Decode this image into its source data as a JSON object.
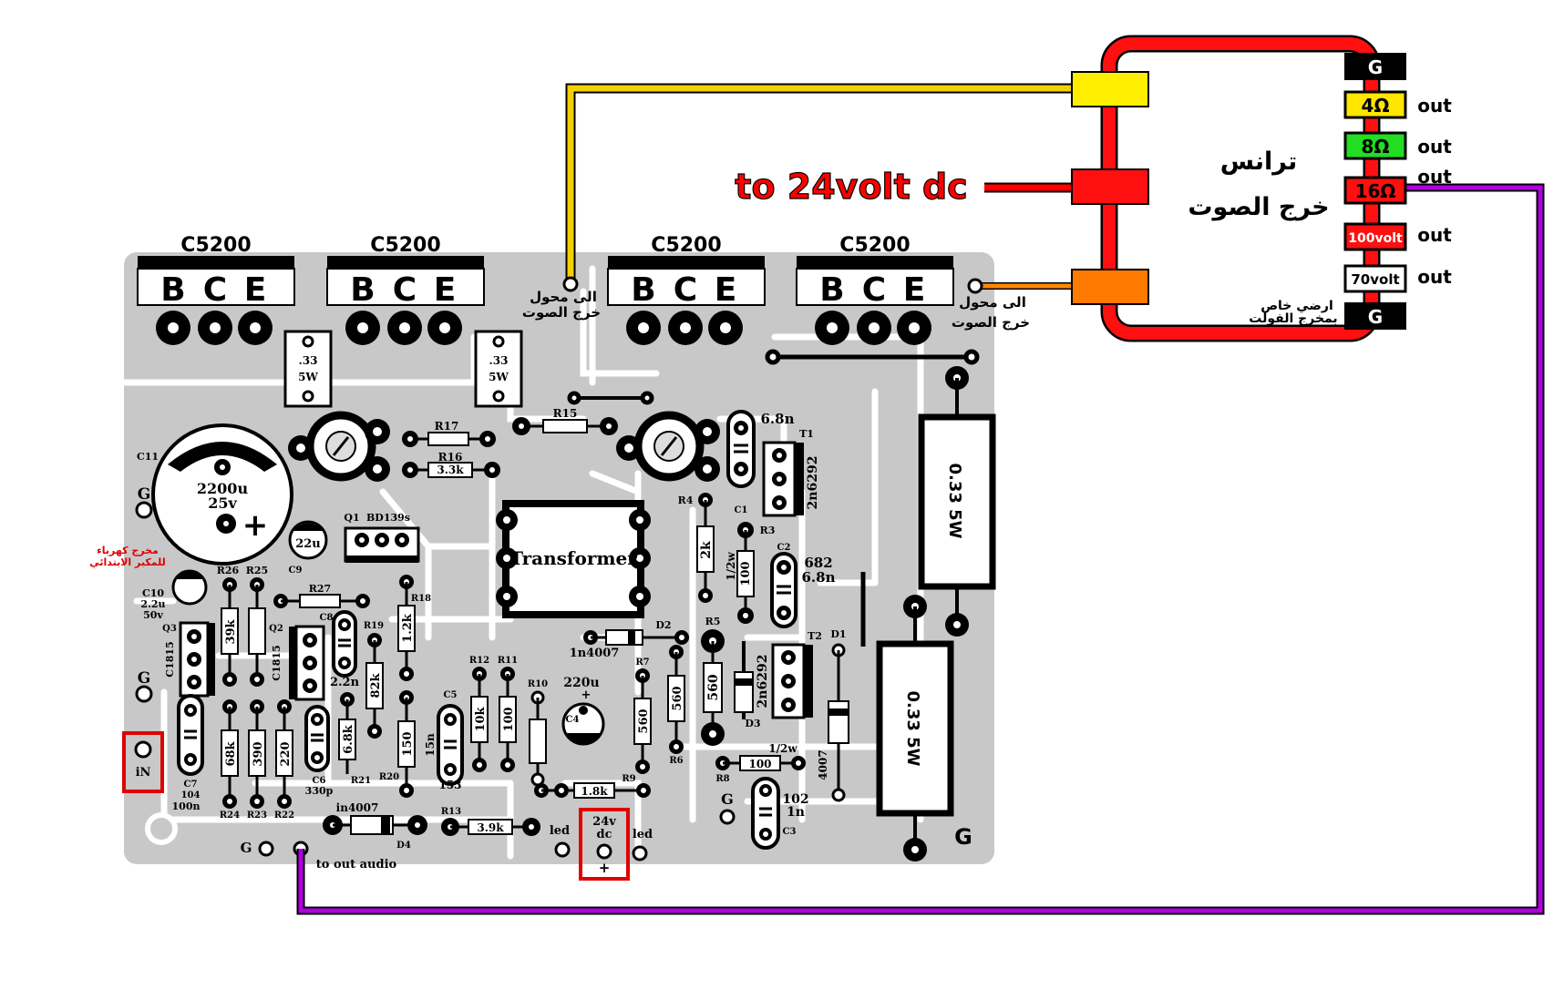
{
  "colors": {
    "pcb": "#c8c8c8",
    "trace": "#ffffff",
    "pad": "#000000",
    "yellow_wire": "#f5d000",
    "red_wire": "#ff0000",
    "orange_wire": "#ff8800",
    "purple_wire": "#b000e0",
    "transformer_frame": "#ff1010"
  },
  "transistors": [
    {
      "model": "C5200",
      "pins": [
        "B",
        "C",
        "E"
      ]
    },
    {
      "model": "C5200",
      "pins": [
        "B",
        "C",
        "E"
      ]
    },
    {
      "model": "C5200",
      "pins": [
        "B",
        "C",
        "E"
      ]
    },
    {
      "model": "C5200",
      "pins": [
        "B",
        "C",
        "E"
      ]
    }
  ],
  "resistors_5w": [
    {
      "line1": ".33",
      "line2": "5W"
    },
    {
      "line1": ".33",
      "line2": "5W"
    }
  ],
  "big_resistors": [
    "0.33 5W",
    "0.33 5W"
  ],
  "transformer_label": "Transformer",
  "to_24v_label": "to 24volt dc",
  "arabic": {
    "trans_line1": "ترانس",
    "trans_line2": "خرج الصوت",
    "to_trans_1a": "الى محول",
    "to_trans_1b": "خرج الصوت",
    "to_trans_2a": "الى محول",
    "to_trans_2b": "خرج الصوت",
    "ground_note_a": "ارضي خاص",
    "ground_note_b": "بمخرج الفولت",
    "power_note_a": "مخرج كهرباء",
    "power_note_b": "للمكبر الابتدائي"
  },
  "taps": [
    {
      "label": "G",
      "fill": "#000000",
      "text": "#ffffff",
      "out": ""
    },
    {
      "label": "4Ω",
      "fill": "#ffe600",
      "text": "#000000",
      "out": "out"
    },
    {
      "label": "8Ω",
      "fill": "#22dd22",
      "text": "#000000",
      "out": "out"
    },
    {
      "label": "16Ω",
      "fill": "#ff1010",
      "text": "#000000",
      "out": "out"
    },
    {
      "label": "100volt",
      "fill": "#ff1010",
      "text": "#ffffff",
      "out": "out"
    },
    {
      "label": "70volt",
      "fill": "#ffffff",
      "text": "#000000",
      "out": "out"
    },
    {
      "label": "G",
      "fill": "#000000",
      "text": "#ffffff",
      "out": ""
    }
  ],
  "labels": {
    "c11": "C11",
    "c11_value": "2200u",
    "c11_volt": "25v",
    "c9": "C9",
    "c9_value": "22u",
    "c10": "C10",
    "c10_value": "2.2u",
    "c10_volt": "50v",
    "q1": "Q1",
    "q1_model": "BD139s",
    "q2": "Q2",
    "q2_model": "C1815",
    "q3": "Q3",
    "q3_model": "C1815",
    "t1": "T1",
    "t1_model": "2n6292",
    "t2": "T2",
    "t2_model": "2n6292",
    "r17": "R17",
    "r16": "R16",
    "r16_value": "3.3k",
    "r15": "R15",
    "r27": "R27",
    "r26": "R26",
    "r25": "R25",
    "r26_value": "39k",
    "r19": "R19",
    "r19_value": "82k",
    "r18": "R18",
    "r18_value": "1.2k",
    "c8": "C8",
    "c8_value": "2.2n",
    "r21": "R21",
    "r21_value": "6.8k",
    "r20": "R20",
    "r20_value": "150",
    "c6": "C6",
    "c6_value": "330p",
    "r24": "R24",
    "r24_value": "68k",
    "r23": "R23",
    "r23_value": "390",
    "r22": "R22",
    "r22_value": "220",
    "c7": "C7",
    "c7_value": "104",
    "c7_value2": "100n",
    "c5": "C5",
    "c5_value": "15n",
    "c5_code": "153",
    "r12": "R12",
    "r12_value": "10k",
    "r11": "R11",
    "r11_value": "100",
    "r10": "R10",
    "c4": "C4",
    "c4_value": "220u",
    "r9": "R9",
    "r9_value": "1.8k",
    "r13": "R13",
    "r13_value": "3.9k",
    "d4": "D4",
    "d4_model": "in4007",
    "d2": "D2",
    "d2_model": "1n4007",
    "r4": "R4",
    "r4_value": "2k",
    "r3": "R3",
    "r3_value": "100",
    "r3_power": "1/2w",
    "c1": "C1",
    "c1_value": "6.8n",
    "c2": "C2",
    "c2_value": "682",
    "c2_value2": "6.8n",
    "r5": "R5",
    "r5_value": "560",
    "r7": "R7",
    "r7_value": "560",
    "r6": "R6",
    "d3": "D3",
    "d1": "D1",
    "d1_model": "4007",
    "r8": "R8",
    "r8_value": "100",
    "r8_power": "1/2w",
    "c3": "C3",
    "c3_value": "102",
    "c3_value2": "1n",
    "g": "G",
    "in": "iN",
    "dc_24v": "24v",
    "dc_dc": "dc",
    "dc_plus": "+",
    "led": "led",
    "to_out_audio": "to out audio"
  }
}
